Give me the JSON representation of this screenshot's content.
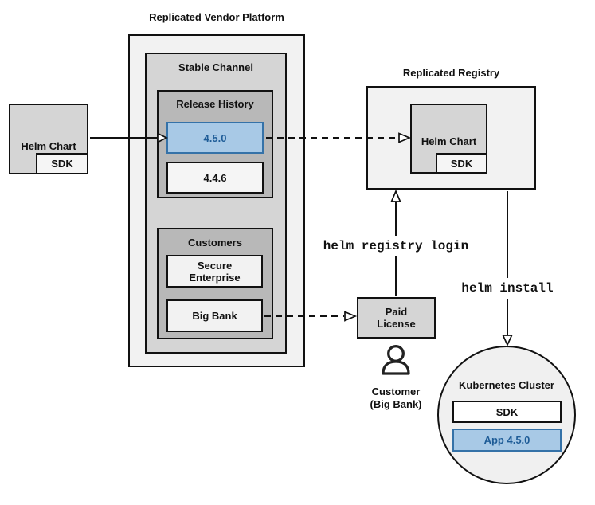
{
  "colors": {
    "accent_blue_fill": "#a8c9e6",
    "accent_blue_border": "#3572a8",
    "accent_blue_text": "#1e5c97",
    "gray_light": "#f2f2f2",
    "gray_mid": "#d5d5d5",
    "gray_dark": "#b8b8b8",
    "line_black": "#111111"
  },
  "vendor_platform": {
    "title": "Replicated Vendor Platform",
    "stable_channel": {
      "label": "Stable Channel",
      "release_history": {
        "label": "Release History",
        "releases": [
          {
            "version": "4.5.0",
            "highlighted": true
          },
          {
            "version": "4.4.6",
            "highlighted": false
          }
        ]
      },
      "customers": {
        "label": "Customers",
        "items": [
          {
            "name": "Secure Enterprise"
          },
          {
            "name": "Big Bank"
          }
        ]
      }
    }
  },
  "source_chart": {
    "label": "Helm Chart",
    "sdk_label": "SDK"
  },
  "registry": {
    "title": "Replicated Registry",
    "helm_chart": {
      "label": "Helm Chart",
      "sdk_label": "SDK"
    }
  },
  "commands": {
    "registry_login": "helm registry login",
    "install": "helm install"
  },
  "paid_license": {
    "label": "Paid License"
  },
  "customer": {
    "line1": "Customer",
    "line2": "(Big Bank)"
  },
  "cluster": {
    "label": "Kubernetes Cluster",
    "sdk_label": "SDK",
    "app_label": "App 4.5.0"
  }
}
